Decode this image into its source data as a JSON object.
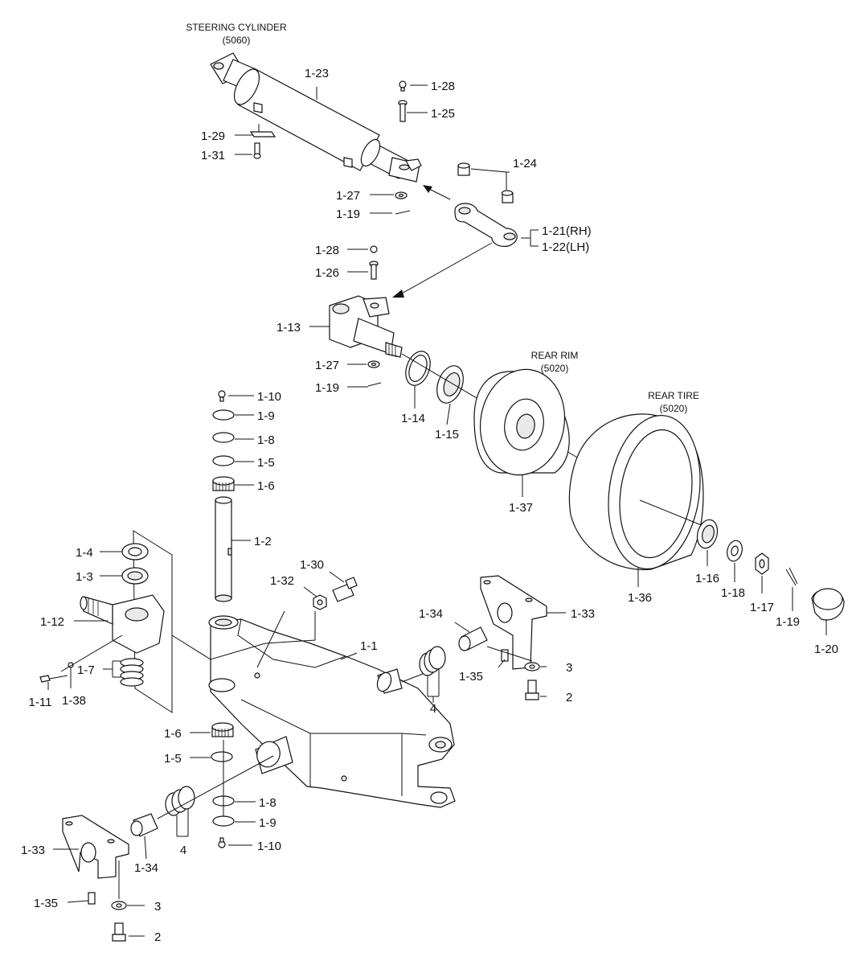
{
  "captions": {
    "steering_cylinder": "STEERING CYLINDER",
    "steering_cylinder_ref": "(5060)",
    "rear_rim": "REAR RIM",
    "rear_rim_ref": "(5020)",
    "rear_tire": "REAR TIRE",
    "rear_tire_ref": "(5020)"
  },
  "labels": [
    "1-23",
    "1-28",
    "1-25",
    "1-29",
    "1-31",
    "1-24",
    "1-27",
    "1-19",
    "1-21(RH)",
    "1-22(LH)",
    "1-28",
    "1-26",
    "1-13",
    "1-27",
    "1-19",
    "1-10",
    "1-9",
    "1-8",
    "1-5",
    "1-6",
    "1-2",
    "1-14",
    "1-15",
    "1-37",
    "1-4",
    "1-3",
    "1-12",
    "1-30",
    "1-32",
    "1-1",
    "1-7",
    "1-11",
    "1-38",
    "1-34",
    "1-33",
    "1-35",
    "3",
    "2",
    "4",
    "1-6",
    "1-5",
    "1-8",
    "1-9",
    "1-10",
    "1-33",
    "1-34",
    "4",
    "1-35",
    "3",
    "2",
    "1-36",
    "1-16",
    "1-18",
    "1-17",
    "1-19",
    "1-20"
  ]
}
